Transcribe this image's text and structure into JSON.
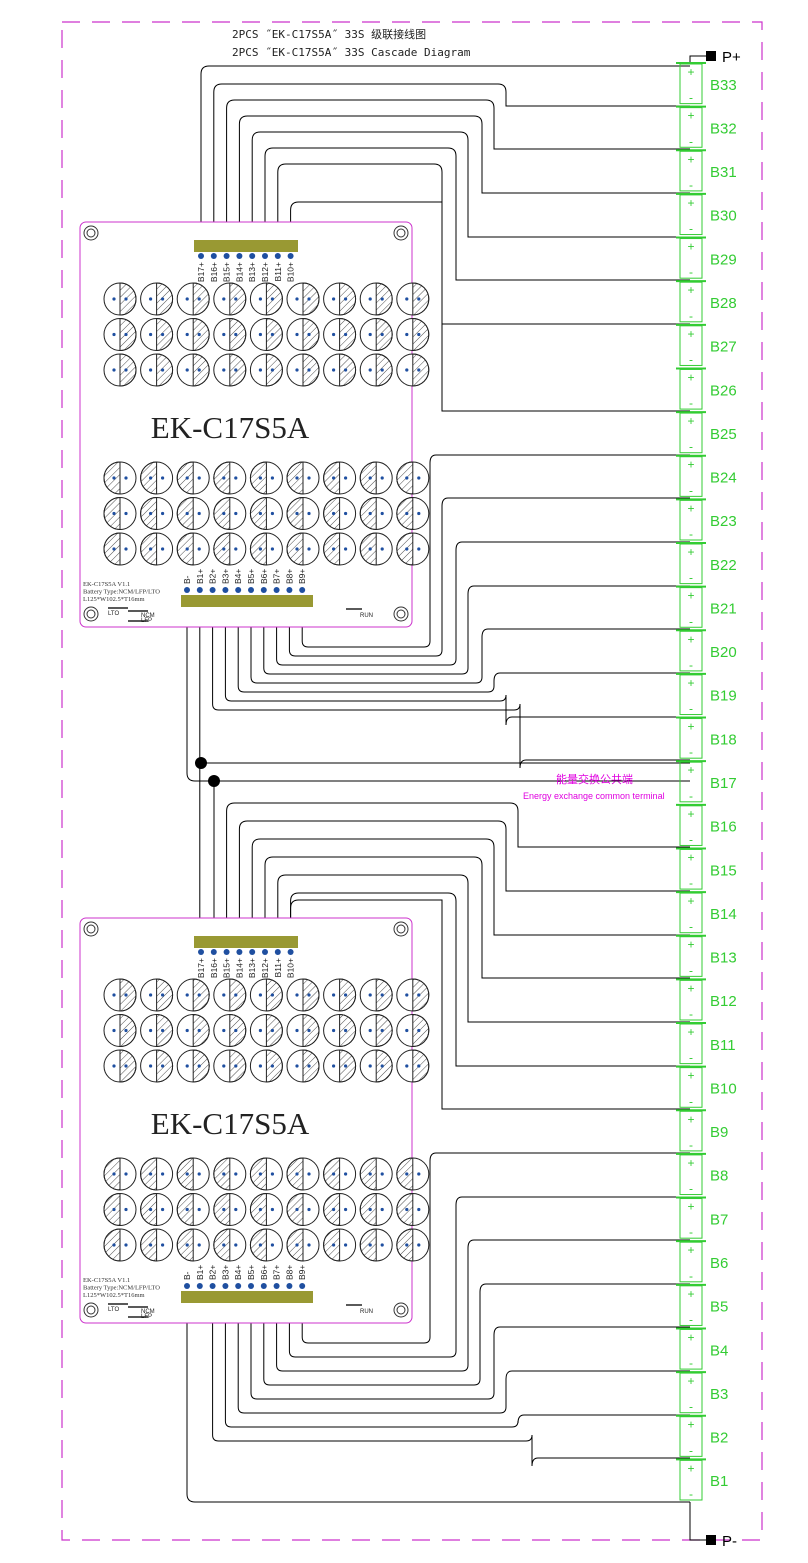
{
  "header": {
    "line1": "2PCS ˝EK-C17S5A˝  33S 级联接线图",
    "line2": "2PCS ˝EK-C17S5A˝  33S Cascade Diagram"
  },
  "terminals": {
    "positive": "P+",
    "negative": "P-"
  },
  "common_terminal": {
    "cn": "能量交换公共端",
    "en": "Energy exchange common terminal"
  },
  "cell_polarity": {
    "plus": "+",
    "minus": "-"
  },
  "cells": [
    "B33",
    "B32",
    "B31",
    "B30",
    "B29",
    "B28",
    "B27",
    "B26",
    "B25",
    "B24",
    "B23",
    "B22",
    "B21",
    "B20",
    "B19",
    "B18",
    "B17",
    "B16",
    "B15",
    "B14",
    "B13",
    "B12",
    "B11",
    "B10",
    "B9",
    "B8",
    "B7",
    "B6",
    "B5",
    "B4",
    "B3",
    "B2",
    "B1"
  ],
  "boards": [
    {
      "model": "EK-C17S5A",
      "info": [
        "EK-C17S5A V1.1",
        "Battery Type:NCM/LFP/LTO",
        "L125*W102.5*T16mm"
      ],
      "top_pins": [
        "B17+",
        "B16+",
        "B15+",
        "B14+",
        "B13+",
        "B12+",
        "B11+",
        "B10+"
      ],
      "bottom_pins": [
        "B-",
        "B1+",
        "B2+",
        "B3+",
        "B4+",
        "B5+",
        "B6+",
        "B7+",
        "B8+",
        "B9+"
      ],
      "jumpers": [
        "LTO",
        "NCM",
        "LFP"
      ],
      "run_label": "RUN"
    },
    {
      "model": "EK-C17S5A",
      "info": [
        "EK-C17S5A V1.1",
        "Battery Type:NCM/LFP/LTO",
        "L125*W102.5*T16mm"
      ],
      "top_pins": [
        "B17+",
        "B16+",
        "B15+",
        "B14+",
        "B13+",
        "B12+",
        "B11+",
        "B10+"
      ],
      "bottom_pins": [
        "B-",
        "B1+",
        "B2+",
        "B3+",
        "B4+",
        "B5+",
        "B6+",
        "B7+",
        "B8+",
        "B9+"
      ],
      "jumpers": [
        "LTO",
        "NCM",
        "LFP"
      ],
      "run_label": "RUN"
    }
  ],
  "colors": {
    "frame": "#cc33cc",
    "board_outline": "#cc33cc",
    "cell": "#33cc33",
    "connector": "#999933",
    "pin": "#1f4fa0",
    "wire": "#000000",
    "annotation": "#e000e0"
  }
}
